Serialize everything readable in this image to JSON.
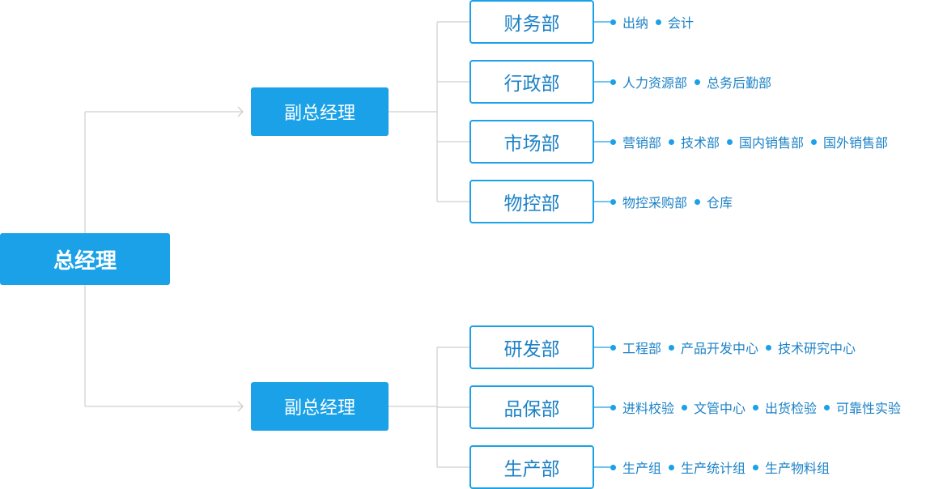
{
  "colors": {
    "accent": "#1aa1e8",
    "dept_text": "#1c82c6",
    "connector": "#cfcfcf"
  },
  "root": {
    "label": "总经理"
  },
  "vps": [
    {
      "label": "副总经理",
      "departments": [
        {
          "label": "财务部",
          "subs": [
            "出纳",
            "会计"
          ]
        },
        {
          "label": "行政部",
          "subs": [
            "人力资源部",
            "总务后勤部"
          ]
        },
        {
          "label": "市场部",
          "subs": [
            "营销部",
            "技术部",
            "国内销售部",
            "国外销售部"
          ]
        },
        {
          "label": "物控部",
          "subs": [
            "物控采购部",
            "仓库"
          ]
        }
      ]
    },
    {
      "label": "副总经理",
      "departments": [
        {
          "label": "研发部",
          "subs": [
            "工程部",
            "产品开发中心",
            "技术研究中心"
          ]
        },
        {
          "label": "品保部",
          "subs": [
            "进料校验",
            "文管中心",
            "出货检验",
            "可靠性实验"
          ]
        },
        {
          "label": "生产部",
          "subs": [
            "生产组",
            "生产统计组",
            "生产物料组"
          ]
        }
      ]
    }
  ]
}
